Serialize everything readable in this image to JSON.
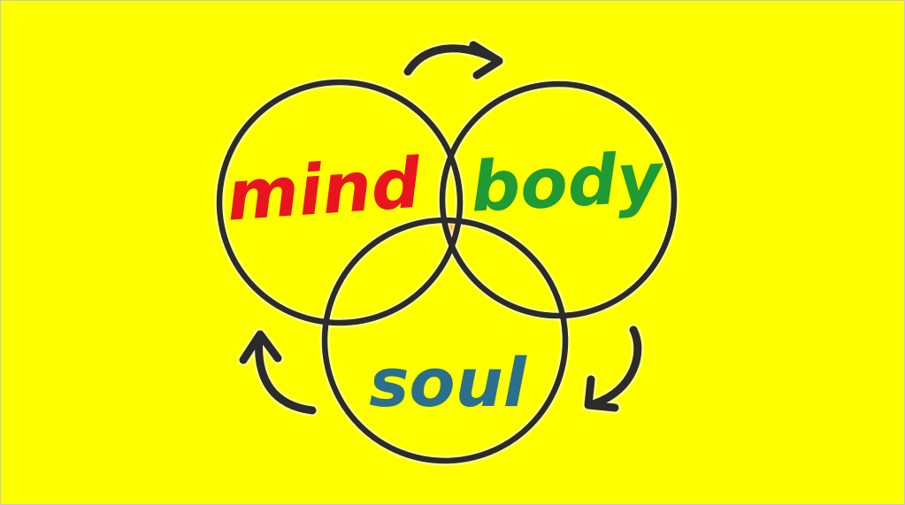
{
  "diagram": {
    "labels": {
      "mind": "mind",
      "body": "body",
      "soul": "soul"
    },
    "colors": {
      "background": "#ffff00",
      "outline": "#2b2b2b",
      "mind": "#e8141e",
      "body": "#1f9a35",
      "soul": "#2a6f8e",
      "center": "#ffae00"
    }
  }
}
